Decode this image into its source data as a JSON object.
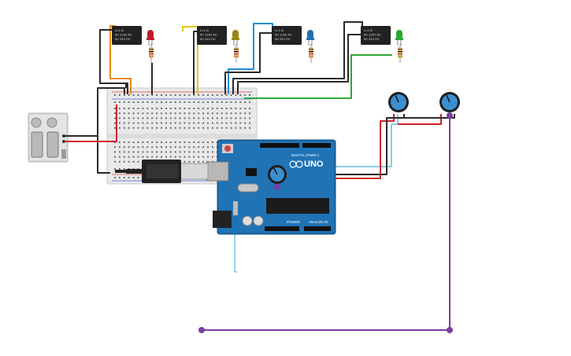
{
  "relays": [
    {
      "line1": "Lt-1-B",
      "line2": "5V 125V AC",
      "line3": "5V 24V DC",
      "led_color": "#c0182a"
    },
    {
      "line1": "Lt-1-B",
      "line2": "5V 125V AC",
      "line3": "5V 24V DC",
      "led_color": "#9a8412"
    },
    {
      "line1": "Lt-1-B",
      "line2": "5V 125V AC",
      "line3": "5V 24V DC",
      "led_color": "#1f6fb0"
    },
    {
      "line1": "Lt-1-B",
      "line2": "5V 125V AC",
      "line3": "5V 24V DC",
      "led_color": "#27a832"
    }
  ],
  "arduino": {
    "model": "UNO",
    "digital_label": "DIGITAL (PWM~)",
    "power_label": "POWER",
    "analog_label": "ANALOG IN"
  },
  "wire_colors": {
    "orange": "#e58a18",
    "yellow": "#e7c61a",
    "blue": "#1f8fd6",
    "green": "#2ca836",
    "black": "#2a2a2a",
    "red": "#d0212a",
    "purple": "#7b3f9e",
    "light_blue": "#76c8de"
  },
  "colors": {
    "arduino_board": "#1d6aa8",
    "breadboard": "#e6e6e6",
    "potentiometer": "#3a8fd0",
    "relay_body": "#222222"
  },
  "icons": {
    "relay": "relay-module-icon",
    "led": "led-icon",
    "resistor": "resistor-icon",
    "potentiometer": "potentiometer-knob-icon",
    "power_supply": "power-supply-icon",
    "usb": "usb-plug-icon"
  }
}
